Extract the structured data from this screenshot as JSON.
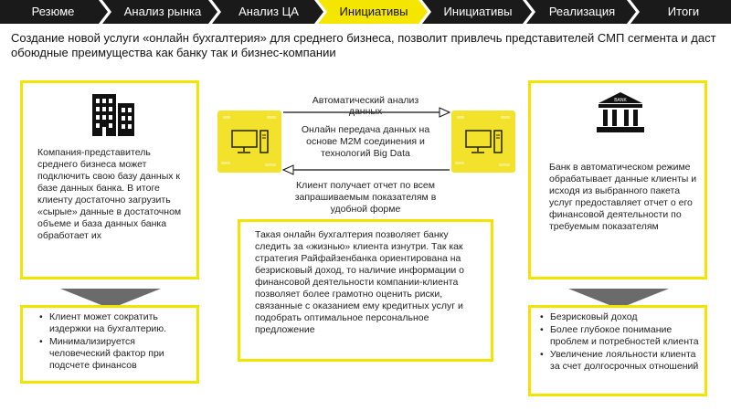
{
  "nav": {
    "tabs": [
      {
        "label": "Резюме",
        "active": false
      },
      {
        "label": "Анализ рынка",
        "active": false
      },
      {
        "label": "Анализ ЦА",
        "active": false
      },
      {
        "label": "Инициативы",
        "active": true
      },
      {
        "label": "Инициативы",
        "active": false
      },
      {
        "label": "Реализация",
        "active": false
      },
      {
        "label": "Итоги",
        "active": false
      }
    ]
  },
  "headline": "Создание новой услуги «онлайн бухгалтерия» для среднего бизнеса, позволит привлечь представителей СМП сегмента и даст обоюдные преимущества как банку так и бизнес-компании",
  "left_box": {
    "icon": "office-building-icon",
    "text": "Компания-представитель среднего бизнеса может подключить свою базу данных к базе данных банка. В итоге клиенту достаточно загрузить «сырые» данные в достаточном объеме и база данных банка обработает их"
  },
  "right_box": {
    "icon": "bank-building-icon",
    "icon_caption": "BANK",
    "text": "Банк в автоматическом режиме обрабатывает данные клиенты и исходя из выбранного пакета услуг предоставляет отчет о его финансовой деятельности по требуемым показателям"
  },
  "flow": {
    "top_label": "Автоматический анализ данных",
    "middle_label": "Онлайн передача данных на основе M2M соединения и технологий Big Data",
    "bottom_label": "Клиент получает отчет по всем запрашиваемым показателям в удобной форме",
    "device_icon": "computer-monitor-icon"
  },
  "center_box": {
    "text": "Такая онлайн бухгалтерия позволяет банку следить за «жизнью» клиента изнутри. Так как стратегия Райфайзенбанка ориентирована на безрисковый доход, то наличие информации о финансовой деятельности компании-клиента позволяет более грамотно оценить риски, связанные с оказанием ему кредитных услуг и подобрать оптимальное персональное предложение"
  },
  "left_benefits": [
    "Клиент может сократить издержки на бухгалтерию.",
    "Минимализируется человеческий фактор при подсчете финансов"
  ],
  "right_benefits": [
    "Безрисковый доход",
    "Более глубокое понимание проблем и потребностей клиента",
    "Увеличение лояльности клиента за счет долгосрочных отношений"
  ],
  "colors": {
    "tab_dark": "#1a1a1a",
    "tab_active": "#f5e600",
    "accent_yellow": "#f2e400",
    "arrow_gray": "#6b6b6b"
  }
}
